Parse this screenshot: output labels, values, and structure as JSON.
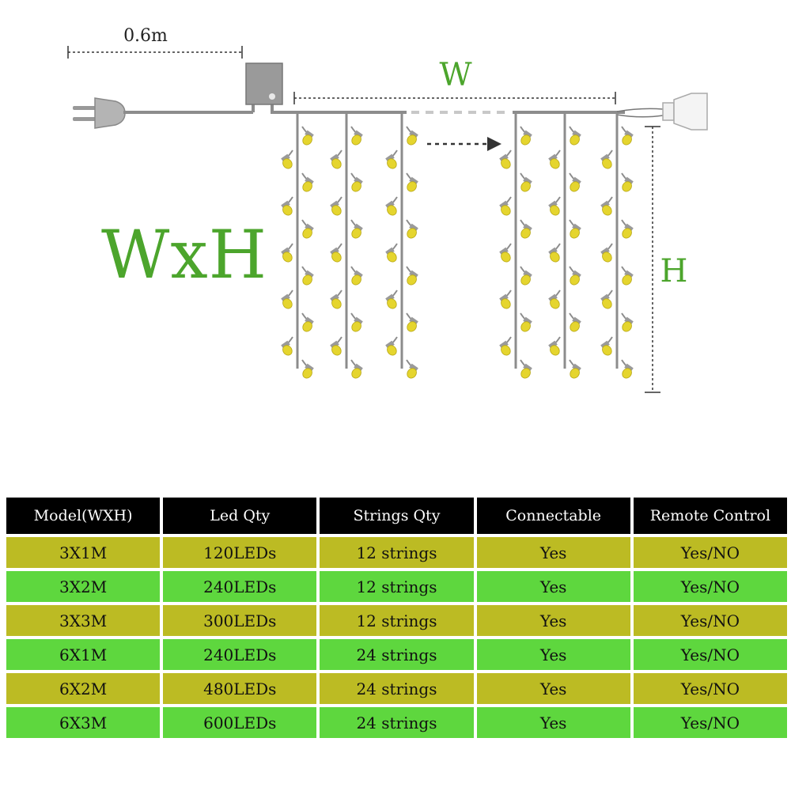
{
  "diagram": {
    "cable_label": "0.6m",
    "width_label": "W",
    "height_label": "H",
    "size_label": "WxH",
    "colors": {
      "green": "#4ca52c",
      "wire": "#8c8c8c",
      "bulb": "#e5d52e",
      "row_olive": "#bcbb23",
      "row_green": "#5ed73e"
    }
  },
  "table": {
    "headers": [
      "Model(WXH)",
      "Led Qty",
      "Strings Qty",
      "Connectable",
      "Remote Control"
    ],
    "rows": [
      [
        "3X1M",
        "120LEDs",
        "12 strings",
        "Yes",
        "Yes/NO"
      ],
      [
        "3X2M",
        "240LEDs",
        "12 strings",
        "Yes",
        "Yes/NO"
      ],
      [
        "3X3M",
        "300LEDs",
        "12 strings",
        "Yes",
        "Yes/NO"
      ],
      [
        "6X1M",
        "240LEDs",
        "24 strings",
        "Yes",
        "Yes/NO"
      ],
      [
        "6X2M",
        "480LEDs",
        "24 strings",
        "Yes",
        "Yes/NO"
      ],
      [
        "6X3M",
        "600LEDs",
        "24 strings",
        "Yes",
        "Yes/NO"
      ]
    ]
  }
}
